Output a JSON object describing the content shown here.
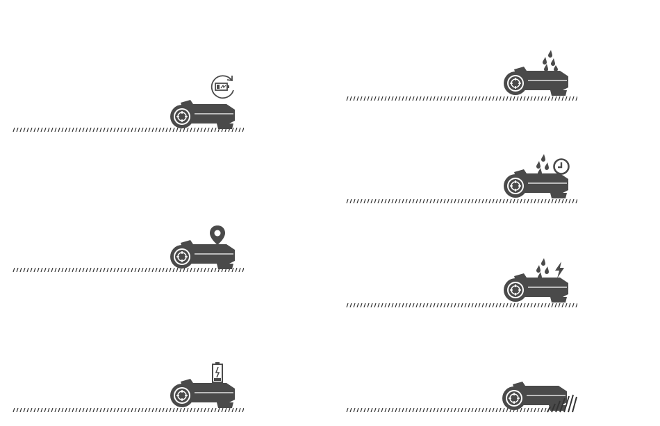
{
  "colors": {
    "mower": "#4a4a4a",
    "grass": "#333333",
    "background": "#ffffff"
  },
  "scenes": [
    {
      "id": "charging-cycle",
      "icon": "battery-cycle-icon"
    },
    {
      "id": "rain-drops",
      "icon": "rain-drops-icon"
    },
    {
      "id": "location-pin",
      "icon": "location-pin-icon"
    },
    {
      "id": "rain-delay",
      "icon": "rain-clock-icon"
    },
    {
      "id": "rain-lightning",
      "icon": "rain-lightning-icon"
    },
    {
      "id": "low-battery",
      "icon": "low-battery-icon"
    },
    {
      "id": "tall-grass",
      "icon": "tall-grass-icon"
    }
  ]
}
